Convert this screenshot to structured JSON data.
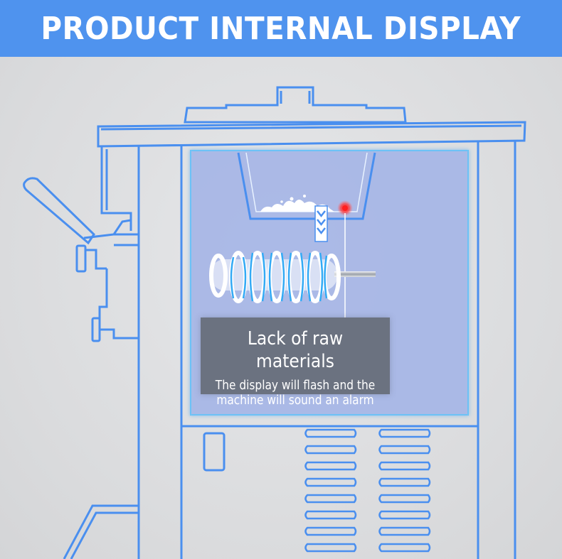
{
  "banner": {
    "title": "PRODUCT INTERNAL DISPLAY",
    "background_color": "#4f93ee"
  },
  "illustration": {
    "subject": "soft-serve ice cream machine outline",
    "line_color": "#4a8fef",
    "panel_color": "#a9b9e6",
    "alarm_light_color": "#e02020",
    "icons": [
      "milk-splash-icon",
      "down-arrows-icon",
      "auger-icon",
      "alarm-light-icon"
    ]
  },
  "info_box": {
    "title": "Lack of raw materials",
    "description_line1": "The display will flash and the",
    "description_line2": "machine will sound an alarm",
    "background_color": "#6b7280"
  }
}
